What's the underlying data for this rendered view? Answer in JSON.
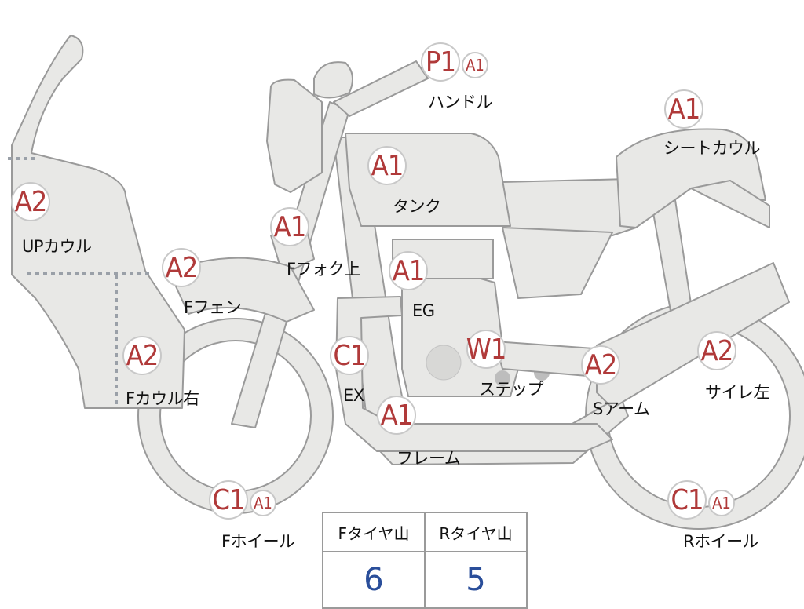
{
  "colors": {
    "part_fill": "#e8e8e6",
    "part_stroke": "#9a9a9a",
    "grade_text": "#b03a3a",
    "tire_value": "#2a4e9a"
  },
  "parts": [
    {
      "id": "handle",
      "grades": [
        "P1",
        "A1"
      ],
      "label": "ハンドル"
    },
    {
      "id": "seat-cowl",
      "grades": [
        "A1"
      ],
      "label": "シートカウル"
    },
    {
      "id": "tank",
      "grades": [
        "A1"
      ],
      "label": "タンク"
    },
    {
      "id": "up-cowl",
      "grades": [
        "A2"
      ],
      "label": "UPカウル"
    },
    {
      "id": "f-fork-upper",
      "grades": [
        "A1"
      ],
      "label": "Fフォク上"
    },
    {
      "id": "f-fender",
      "grades": [
        "A2"
      ],
      "label": "Fフェン"
    },
    {
      "id": "engine",
      "grades": [
        "A1"
      ],
      "label": "EG"
    },
    {
      "id": "exhaust",
      "grades": [
        "C1"
      ],
      "label": "EX"
    },
    {
      "id": "step",
      "grades": [
        "W1"
      ],
      "label": "ステップ"
    },
    {
      "id": "f-cowl-right",
      "grades": [
        "A2"
      ],
      "label": "Fカウル右"
    },
    {
      "id": "frame",
      "grades": [
        "A1"
      ],
      "label": "フレーム"
    },
    {
      "id": "swing-arm",
      "grades": [
        "A2"
      ],
      "label": "Sアーム"
    },
    {
      "id": "silencer-left",
      "grades": [
        "A2"
      ],
      "label": "サイレ左"
    },
    {
      "id": "f-wheel",
      "grades": [
        "C1",
        "A1"
      ],
      "label": "Fホイール"
    },
    {
      "id": "r-wheel",
      "grades": [
        "C1",
        "A1"
      ],
      "label": "Rホイール"
    }
  ],
  "tire_table": {
    "front_header": "Fタイヤ山",
    "rear_header": "Rタイヤ山",
    "front_value": "6",
    "rear_value": "5"
  }
}
